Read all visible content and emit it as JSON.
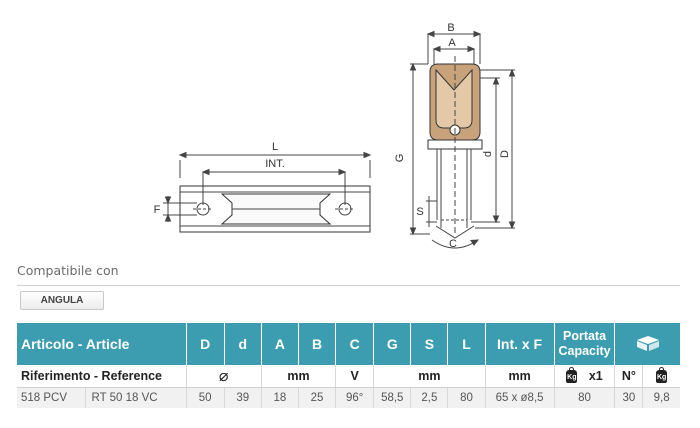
{
  "drawing": {
    "labels": {
      "L": "L",
      "INT": "INT.",
      "F": "F",
      "B": "B",
      "A": "A",
      "G": "G",
      "d": "d",
      "D": "D",
      "S": "S",
      "C": "C"
    }
  },
  "compat": {
    "title": "Compatibile con",
    "tag": "ANGULA"
  },
  "table": {
    "headers": {
      "article": "Articolo - Article",
      "D": "D",
      "d": "d",
      "A": "A",
      "B": "B",
      "C": "C",
      "G": "G",
      "S": "S",
      "L": "L",
      "intF": "Int. x F",
      "portata1": "Portata",
      "portata2": "Capacity",
      "box_icon": "box-icon"
    },
    "subheaders": {
      "reference": "Riferimento - Reference",
      "diameter_symbol": "⌀",
      "mm1": "mm",
      "V": "V",
      "mm2": "mm",
      "mm3": "mm",
      "kg_icon": "weight-kg-icon",
      "kg_text": "Kg",
      "x1": "x1",
      "N": "N°",
      "kg_text2": "Kg"
    },
    "rows": [
      {
        "code": "518 PCV",
        "reference": "RT 50 18 VC",
        "D": "50",
        "d": "39",
        "A": "18",
        "B": "25",
        "C": "96°",
        "G": "58,5",
        "S": "2,5",
        "L": "80",
        "intF": "65 x ø8,5",
        "capacity": "80",
        "n": "30",
        "weight": "9,8"
      }
    ]
  },
  "colors": {
    "header_bg": "#3d9db0",
    "row_bg": "#f1f1f1",
    "drawing_fill": "#c8a27a"
  }
}
